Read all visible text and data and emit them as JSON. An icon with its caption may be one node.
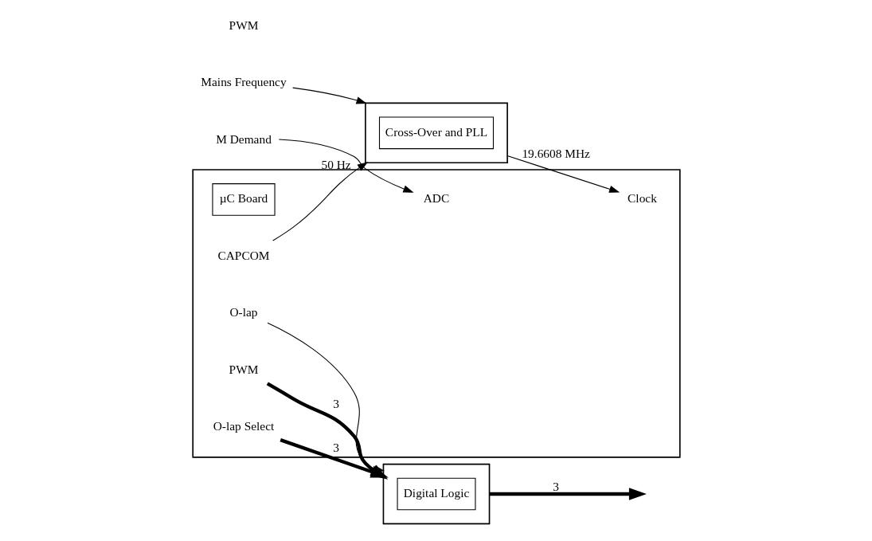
{
  "diagram": {
    "nodes": [
      {
        "text": [],
        "shape": "box"
      },
      {
        "text": [
          "µC Board"
        ],
        "in": 0
      },
      {
        "text": [
          "O-lap"
        ],
        "in": 0
      },
      {
        "text": [
          "PWM"
        ],
        "in": 0
      },
      {
        "text": [
          "O-lap Select"
        ],
        "in": 0
      },
      {
        "text": [
          "Clock"
        ],
        "in": 0
      },
      {
        "text": [
          "CAPCOM"
        ],
        "in": 0
      },
      {
        "text": [
          "ADC"
        ],
        "in": 0
      },
      {
        "text": [],
        "shape": "box"
      },
      {
        "text": [
          "Digital Logic"
        ],
        "in": 8
      },
      {
        "text": [],
        "shape": "box"
      },
      {
        "text": [
          "Cross-Over and PLL"
        ],
        "in": 10
      },
      {
        "text": [
          "Mains Frequency"
        ]
      },
      {
        "text": [
          "M Demand"
        ]
      }
    ],
    "edges": [
      {
        "from": 2,
        "to": 8,
        "arrow": "to"
      },
      {
        "from": 3,
        "to": 8,
        "arrow": "to",
        "label": "3",
        "style": "thick"
      },
      {
        "from": 4,
        "to": 8,
        "arrow": "to",
        "label": "3",
        "style": "thick"
      },
      {
        "from": 8,
        "to": null,
        "arrow": "to",
        "label": "3",
        "style": "thick"
      },
      {
        "from": 12,
        "to": 10,
        "arrow": "to"
      },
      {
        "from": 10,
        "to": 5,
        "arrow": "to",
        "label": "19.6608 MHz"
      },
      {
        "from": 6,
        "to": 10,
        "arrow": "to",
        "label": "50 Hz"
      },
      {
        "from": 13,
        "to": 7,
        "arrow": "to"
      }
    ],
    "labels": [
      "PWM"
    ]
  }
}
